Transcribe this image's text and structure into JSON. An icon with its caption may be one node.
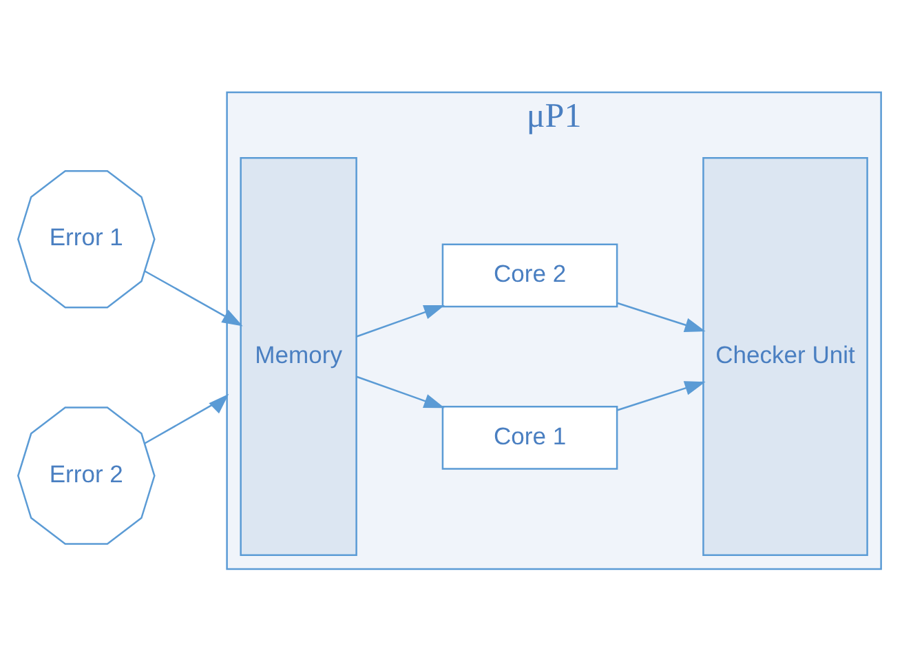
{
  "diagram": {
    "nodes": [
      {
        "text": [
          "Error 1"
        ]
      },
      {
        "text": [
          "Error 2"
        ]
      },
      {
        "text": [
          "μP1"
        ]
      },
      {
        "text": [
          "Memory"
        ],
        "in": 2
      },
      {
        "text": [
          "Core 1"
        ],
        "in": 2
      },
      {
        "text": [
          "Core 2"
        ],
        "in": 2
      },
      {
        "text": [
          "Checker Unit"
        ],
        "in": 2
      }
    ],
    "edges": [
      {
        "from": 0,
        "to": 3,
        "arrow": "to"
      },
      {
        "from": 1,
        "to": 2,
        "arrow": "to"
      },
      {
        "from": 3,
        "to": 4,
        "arrow": "to"
      },
      {
        "from": 3,
        "to": 5,
        "arrow": "to"
      },
      {
        "from": 4,
        "to": 6,
        "arrow": "to"
      },
      {
        "from": 5,
        "to": 6,
        "arrow": "to"
      }
    ]
  }
}
